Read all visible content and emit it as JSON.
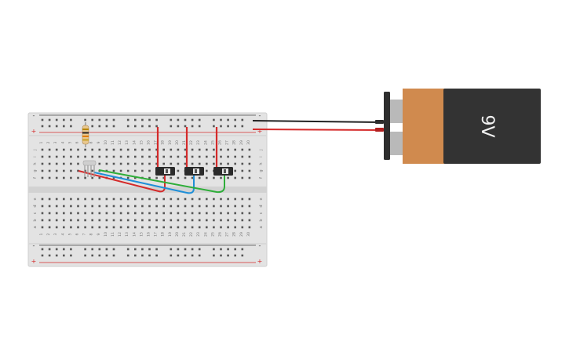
{
  "breadboard": {
    "columns": 30,
    "row_letters_top": [
      "j",
      "i",
      "h",
      "g",
      "f"
    ],
    "row_letters_bottom": [
      "e",
      "d",
      "c",
      "b",
      "a"
    ],
    "rail_plus": "+",
    "rail_minus": "-"
  },
  "battery": {
    "label": "9V",
    "body_color": "#333333",
    "band_color": "#d08a4e"
  },
  "wires": {
    "positive_color": "#d42a2a",
    "negative_color": "#222222",
    "blue_color": "#1f8fd8",
    "green_color": "#2fae3a"
  },
  "components": {
    "switch_count": 3,
    "resistor_bands": [
      "#b8860b",
      "#222222",
      "#e07b00",
      "#c9a227"
    ]
  }
}
